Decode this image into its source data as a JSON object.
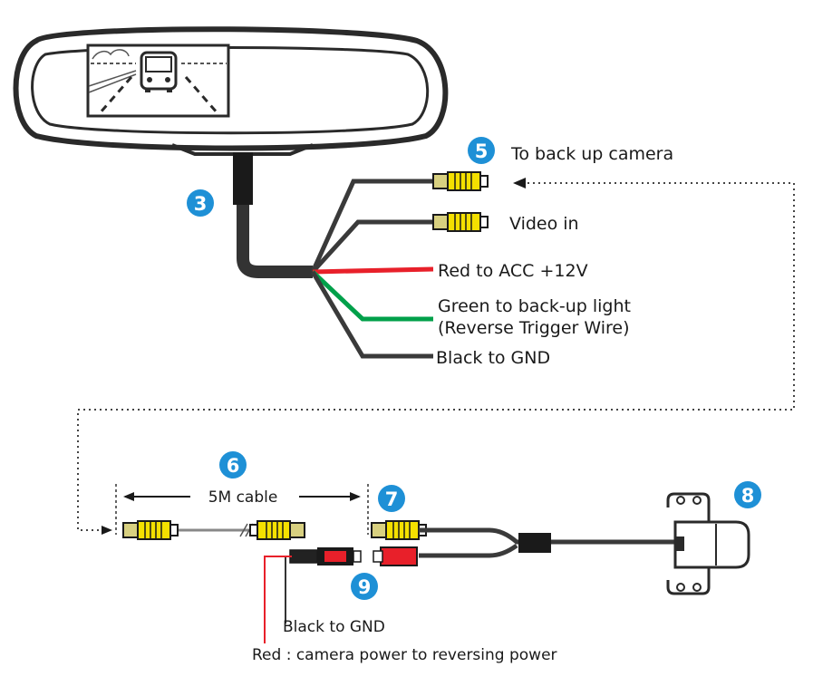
{
  "labels": {
    "camera": "To back up camera",
    "video_in": "Video in",
    "red_acc": "Red to ACC +12V",
    "green_1": "Green to back-up light",
    "green_2": "(Reverse Trigger Wire)",
    "black_gnd_top": "Black to GND",
    "cable": "5M cable",
    "black_gnd_bottom": "Black to GND",
    "red_power": "Red : camera power to reversing power"
  },
  "badges": {
    "b3": "3",
    "b5": "5",
    "b6": "6",
    "b7": "7",
    "b8": "8",
    "b9": "9"
  },
  "colors": {
    "badge": "#1e90d6",
    "wire_dark": "#3a3a3a",
    "wire_red": "#e8202a",
    "wire_green": "#00a04a",
    "rca_yellow": "#f4e000"
  }
}
